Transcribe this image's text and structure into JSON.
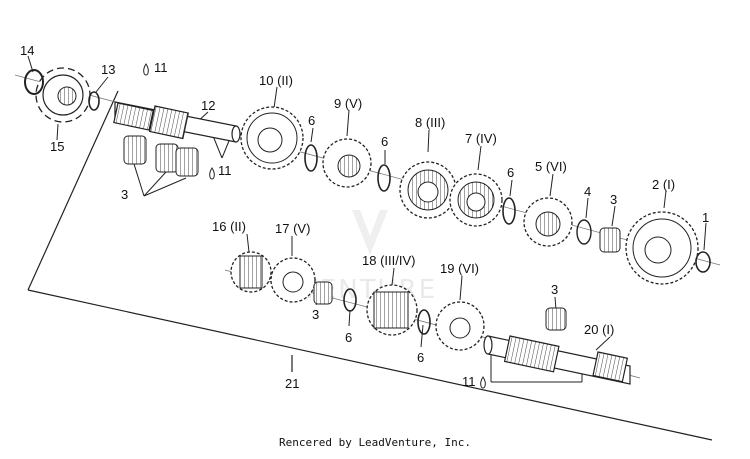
{
  "watermark": "VENTURE",
  "footer": "Rencered by LeadVenture, Inc.",
  "labels": {
    "p1": "1",
    "p2": "2 (I)",
    "p3a": "3",
    "p3b": "3",
    "p3c": "3",
    "p3d": "3",
    "p4": "4",
    "p5": "5 (VI)",
    "p6a": "6",
    "p6b": "6",
    "p6c": "6",
    "p6d": "6",
    "p6e": "6",
    "p7": "7 (IV)",
    "p8": "8 (III)",
    "p9": "9 (V)",
    "p10": "10 (II)",
    "p11a": "11",
    "p11b": "11",
    "p11c": "11",
    "p12": "12",
    "p13": "13",
    "p14": "14",
    "p15": "15",
    "p16": "16 (II)",
    "p17": "17 (V)",
    "p18": "18 (III/IV)",
    "p19": "19 (VI)",
    "p20": "20 (I)",
    "p21": "21"
  }
}
